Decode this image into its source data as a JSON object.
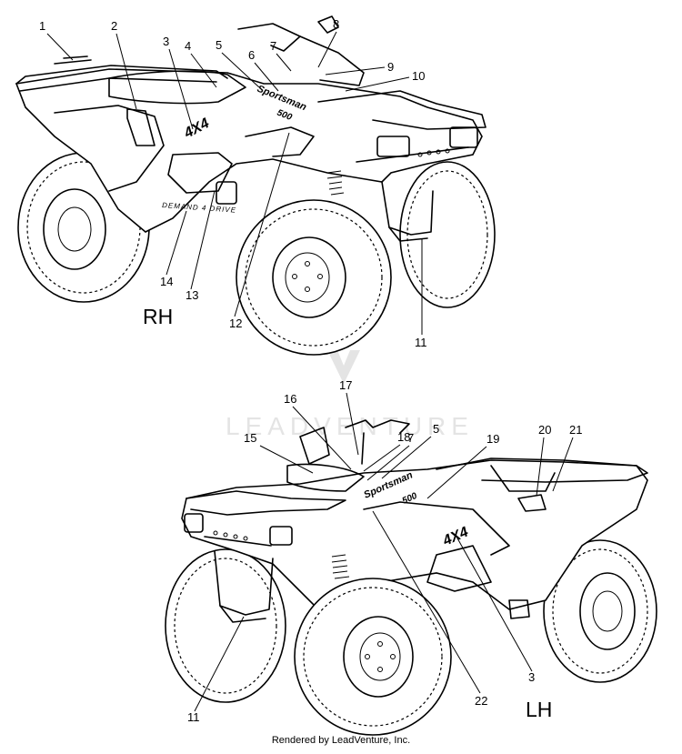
{
  "side_labels": {
    "right": "RH",
    "left": "LH"
  },
  "decals": {
    "model_name": "Sportsman",
    "model_number": "500",
    "drive": "4X4",
    "demand_drive": "DEMAND 4 DRIVE"
  },
  "callouts": {
    "top": [
      "1",
      "2",
      "3",
      "4",
      "5",
      "6",
      "7",
      "8",
      "9",
      "10",
      "11",
      "12",
      "13",
      "14"
    ],
    "bottom": [
      "16",
      "17",
      "15",
      "18",
      "5",
      "7",
      "19",
      "20",
      "21",
      "11",
      "22",
      "3"
    ]
  },
  "watermark": "LEADVENTURE",
  "footer": "Rendered by LeadVenture, Inc."
}
